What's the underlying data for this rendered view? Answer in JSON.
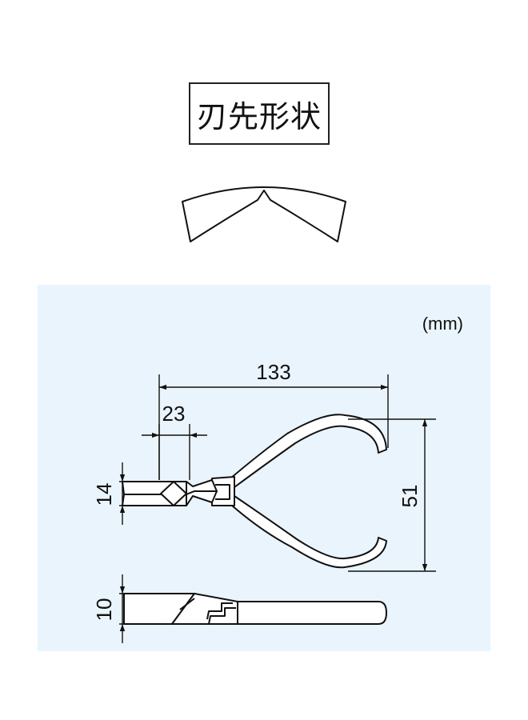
{
  "title": "刃先形状",
  "unit_label": "(mm)",
  "dimensions": {
    "overall_length": "133",
    "head_length": "23",
    "jaw_height": "14",
    "handle_spread": "51",
    "thickness": "10"
  },
  "colors": {
    "panel_background": "#eaf4fc",
    "line": "#111111",
    "fill": "#ffffff"
  }
}
